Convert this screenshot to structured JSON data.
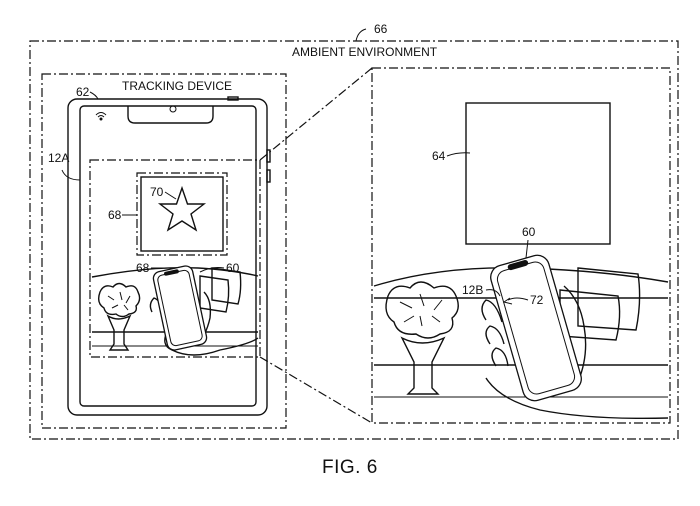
{
  "figure": {
    "caption": "FIG. 6",
    "ambient_environment": {
      "title": "AMBIENT ENVIRONMENT",
      "ref": "66"
    },
    "tracking_device": {
      "title": "TRACKING DEVICE",
      "ref_device": "62",
      "ref_screen": "12A",
      "ref_marker_image": "70",
      "ref_marker_frame": "68",
      "ref_phone_frame": "68",
      "ref_phone": "60"
    },
    "zoom_view": {
      "ref_painting": "64",
      "ref_phone": "60",
      "ref_phone_screen": "12B",
      "ref_phone_marker": "72"
    }
  }
}
